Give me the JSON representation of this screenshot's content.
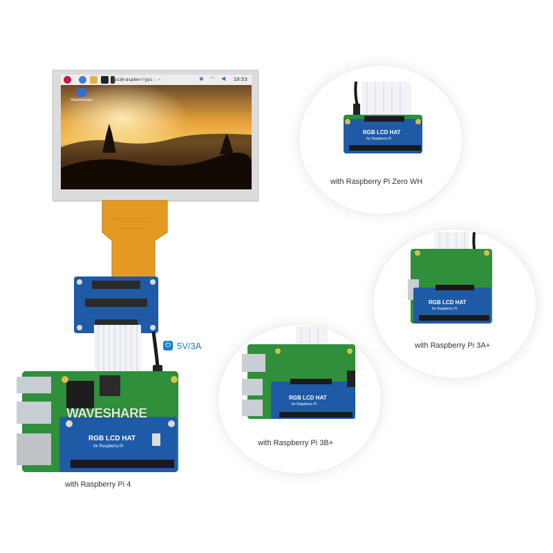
{
  "screen": {
    "terminal_title": "pi@raspberrypi: ~",
    "clock": "10:53",
    "desktop_icon_label": "Wastebasket"
  },
  "power": {
    "label": "5V/3A",
    "icon": "power-icon"
  },
  "watermark": "WAVESHARE",
  "board": {
    "title": "RGB LCD HAT",
    "subtitle": "for Raspberry Pi"
  },
  "captions": {
    "pi4": "with Raspberry Pi 4",
    "zero": "with Raspberry Pi Zero WH",
    "pi3a": "with Raspberry Pi 3A+",
    "pi3b": "with Raspberry Pi 3B+"
  },
  "colors": {
    "hat_blue": "#1f5aa6",
    "pcb_green": "#2f8f3a",
    "flex_orange": "#e49a22",
    "accent_blue": "#1e80c7"
  }
}
